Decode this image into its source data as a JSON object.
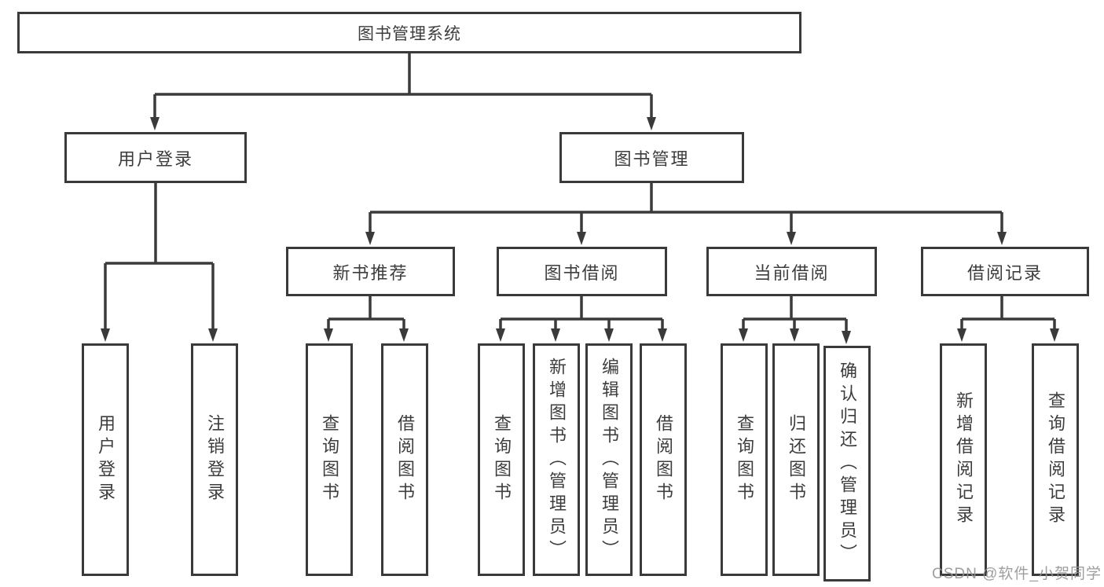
{
  "diagram": {
    "type": "hierarchy-tree",
    "tree": {
      "label": "图书管理系统",
      "children": [
        {
          "label": "用户登录",
          "children": [
            {
              "label": "用户登录"
            },
            {
              "label": "注销登录"
            }
          ]
        },
        {
          "label": "图书管理",
          "children": [
            {
              "label": "新书推荐",
              "children": [
                {
                  "label": "查询图书"
                },
                {
                  "label": "借阅图书"
                }
              ]
            },
            {
              "label": "图书借阅",
              "children": [
                {
                  "label": "查询图书"
                },
                {
                  "label": "新增图书（管理员）"
                },
                {
                  "label": "编辑图书（管理员）"
                },
                {
                  "label": "借阅图书"
                }
              ]
            },
            {
              "label": "当前借阅",
              "children": [
                {
                  "label": "查询图书"
                },
                {
                  "label": "归还图书"
                },
                {
                  "label": "确认归还（管理员）"
                }
              ]
            },
            {
              "label": "借阅记录",
              "children": [
                {
                  "label": "新增借阅记录"
                },
                {
                  "label": "查询借阅记录"
                }
              ]
            }
          ]
        }
      ]
    }
  },
  "watermark": "CSDN @软件_小贺同学",
  "colors": {
    "line": "#3a3a3a",
    "box_border": "#3a3a3a",
    "box_background": "#ffffff",
    "text": "#3d3d3d",
    "watermark": "#949494",
    "page_background": "#ffffff"
  }
}
